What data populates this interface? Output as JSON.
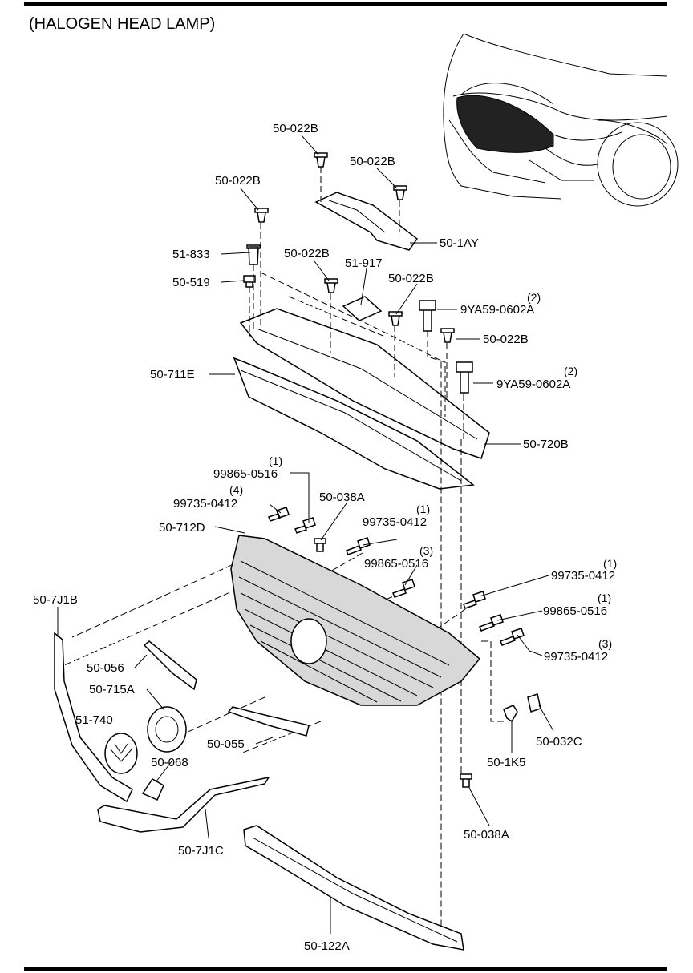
{
  "title": "(HALOGEN HEAD LAMP)",
  "callouts": {
    "c_50_022B_a": {
      "part": "50-022B"
    },
    "c_50_022B_b": {
      "part": "50-022B"
    },
    "c_50_022B_c": {
      "part": "50-022B"
    },
    "c_50_022B_d": {
      "part": "50-022B"
    },
    "c_50_022B_e": {
      "part": "50-022B"
    },
    "c_50_022B_f": {
      "part": "50-022B"
    },
    "c_50_1AY": {
      "part": "50-1AY"
    },
    "c_51_833": {
      "part": "51-833"
    },
    "c_51_917": {
      "part": "51-917"
    },
    "c_50_519": {
      "part": "50-519"
    },
    "c_9YA59_a": {
      "part": "9YA59-0602A",
      "qty": "(2)"
    },
    "c_9YA59_b": {
      "part": "9YA59-0602A",
      "qty": "(2)"
    },
    "c_50_711E": {
      "part": "50-711E"
    },
    "c_50_720B": {
      "part": "50-720B"
    },
    "c_99865_a": {
      "part": "99865-0516",
      "qty": "(1)"
    },
    "c_99735_a": {
      "part": "99735-0412",
      "qty": "(4)"
    },
    "c_50_038A_a": {
      "part": "50-038A"
    },
    "c_99735_b": {
      "part": "99735-0412",
      "qty": "(1)"
    },
    "c_50_712D": {
      "part": "50-712D"
    },
    "c_99865_b": {
      "part": "99865-0516",
      "qty": "(3)"
    },
    "c_99735_c": {
      "part": "99735-0412",
      "qty": "(1)"
    },
    "c_99865_c": {
      "part": "99865-0516",
      "qty": "(1)"
    },
    "c_99735_d": {
      "part": "99735-0412",
      "qty": "(3)"
    },
    "c_50_7J1B": {
      "part": "50-7J1B"
    },
    "c_50_056": {
      "part": "50-056"
    },
    "c_50_715A": {
      "part": "50-715A"
    },
    "c_51_740": {
      "part": "51-740"
    },
    "c_50_055": {
      "part": "50-055"
    },
    "c_50_068": {
      "part": "50-068"
    },
    "c_50_1K5": {
      "part": "50-1K5"
    },
    "c_50_032C": {
      "part": "50-032C"
    },
    "c_50_038A_b": {
      "part": "50-038A"
    },
    "c_50_7J1C": {
      "part": "50-7J1C"
    },
    "c_50_122A": {
      "part": "50-122A"
    }
  }
}
